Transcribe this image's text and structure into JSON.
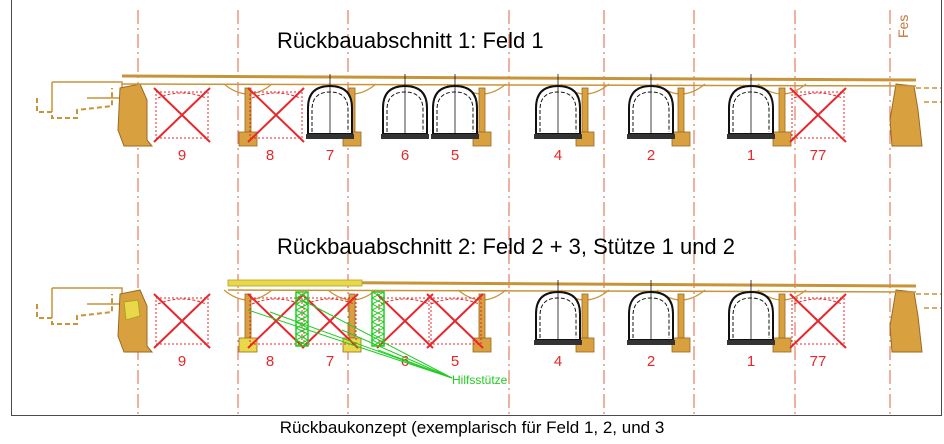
{
  "stages": [
    {
      "title": "Rückbauabschnitt 1: Feld 1",
      "removed": [
        "9",
        "8",
        "77"
      ],
      "shored": []
    },
    {
      "title": "Rückbauabschnitt 2: Feld 2 + 3, Stütze 1 und 2",
      "removed": [
        "9",
        "8",
        "7",
        "6",
        "5",
        "77"
      ],
      "shored": [
        "8",
        "7"
      ]
    }
  ],
  "tracks": [
    {
      "label": "9"
    },
    {
      "label": "8"
    },
    {
      "label": "7"
    },
    {
      "label": "6"
    },
    {
      "label": "5"
    },
    {
      "label": "4"
    },
    {
      "label": "2"
    },
    {
      "label": "1"
    },
    {
      "label": "77"
    }
  ],
  "helper_label": "Hilfsstütze",
  "edge_label": "Fes",
  "caption": "Rückbaukonzept (exemplarisch für Feld 1, 2, und 3",
  "colors": {
    "structure": "#c8943a",
    "pier_fill": "#d9a040",
    "axis": "#e06040",
    "removed": "#e8262b",
    "helper": "#22cc22",
    "vehicle": "#111111",
    "demolished_deck": "#e8d84a"
  }
}
